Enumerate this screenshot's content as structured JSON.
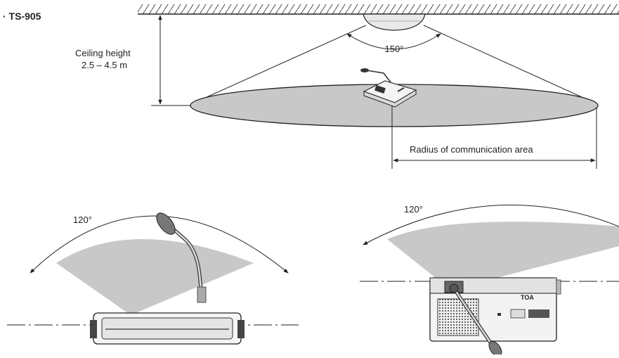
{
  "model_label": "· TS-905",
  "top_diagram": {
    "angle_label": "150°",
    "ceiling_height_label_line1": "Ceiling height",
    "ceiling_height_label_line2": "2.5 – 4.5 m",
    "radius_label": "Radius of communication area"
  },
  "side_view": {
    "angle_label": "120°"
  },
  "front_view": {
    "angle_label": "120°",
    "brand_mark": "TOA"
  },
  "colors": {
    "line": "#2a2a2a",
    "fill": "#c8c8c8",
    "background": "#ffffff"
  }
}
